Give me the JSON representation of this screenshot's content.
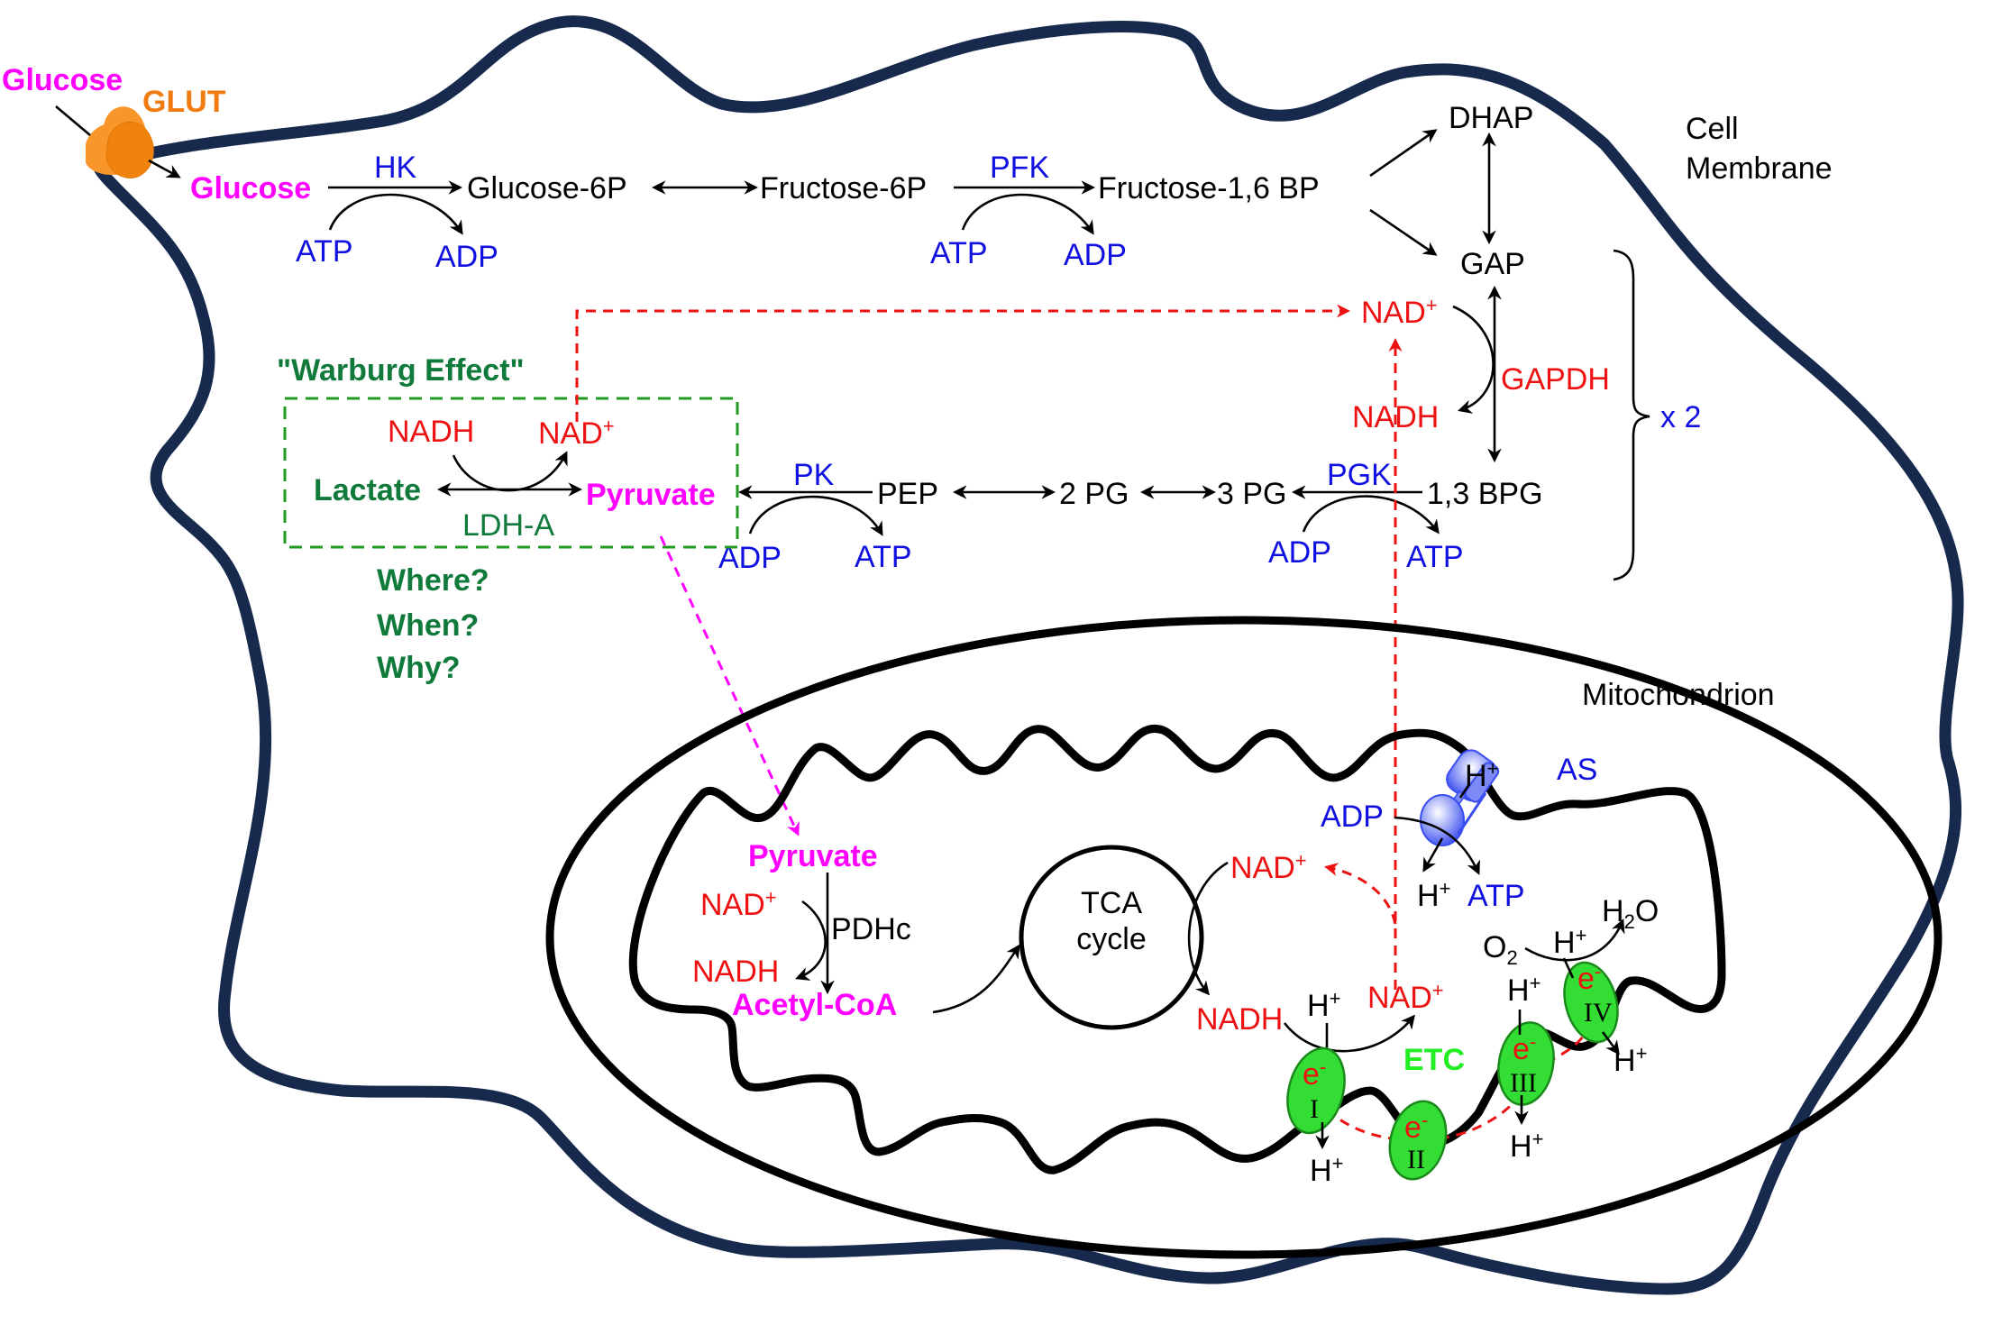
{
  "figure": {
    "title": "Glycolysis, Warburg effect and mitochondrial oxidative phosphorylation",
    "colors": {
      "membrane": "#172a4e",
      "metabolite_key": "#ff00ff",
      "enzyme_energy": "#1010e0",
      "redox": "#ee1111",
      "warburg": "#0f7a3a",
      "glut": "#f07b10",
      "etc_complex": "#33dd33",
      "atp_synthase": "#4a5cf0"
    }
  },
  "labels": {
    "cell_membrane_line1": "Cell",
    "cell_membrane_line2": "Membrane",
    "mitochondrion": "Mitochondrion"
  },
  "transport": {
    "glucose_outside": "Glucose",
    "glut": "GLUT",
    "glucose_inside": "Glucose"
  },
  "glycolysis": {
    "hk": "HK",
    "hk_atp": "ATP",
    "hk_adp": "ADP",
    "glucose_6p": "Glucose-6P",
    "fructose_6p": "Fructose-6P",
    "pfk": "PFK",
    "pfk_atp": "ATP",
    "pfk_adp": "ADP",
    "fructose_16bp": "Fructose-1,6 BP",
    "dhap": "DHAP",
    "gap": "GAP",
    "gapdh_nad": "NAD",
    "gapdh_nad_sup": "+",
    "gapdh": "GAPDH",
    "gapdh_nadh": "NADH",
    "times_two": "x 2",
    "bpg13": "1,3 BPG",
    "pgk": "PGK",
    "pgk_adp": "ADP",
    "pgk_atp": "ATP",
    "pg3": "3 PG",
    "pg2": "2 PG",
    "pep": "PEP",
    "pk": "PK",
    "pk_adp": "ADP",
    "pk_atp": "ATP",
    "pyruvate": "Pyruvate"
  },
  "warburg": {
    "title": "\"Warburg Effect\"",
    "lactate": "Lactate",
    "ldh": "LDH-A",
    "nadh": "NADH",
    "nad": "NAD",
    "nad_sup": "+",
    "questions": [
      "Where?",
      "When?",
      "Why?"
    ]
  },
  "mitochondrion": {
    "pyruvate": "Pyruvate",
    "pdh_nad": "NAD",
    "pdh_nad_sup": "+",
    "pdhc": "PDHc",
    "pdh_nadh": "NADH",
    "acetyl_coa": "Acetyl-CoA",
    "tca_line1": "TCA",
    "tca_line2": "cycle",
    "tca_nad": "NAD",
    "tca_nad_sup": "+",
    "tca_nadh": "NADH",
    "etc_label": "ETC",
    "etc_h": "H",
    "etc_nad": "NAD",
    "plus": "+",
    "complexes": [
      "I",
      "II",
      "III",
      "IV"
    ],
    "electron": "e",
    "electron_sup": "-",
    "o2": "O",
    "o2_sub": "2",
    "h2o_h": "H",
    "h2o_sub": "2",
    "h2o_o": "O",
    "as_label": "AS",
    "as_adp": "ADP",
    "as_atp": "ATP",
    "proton": "H"
  }
}
